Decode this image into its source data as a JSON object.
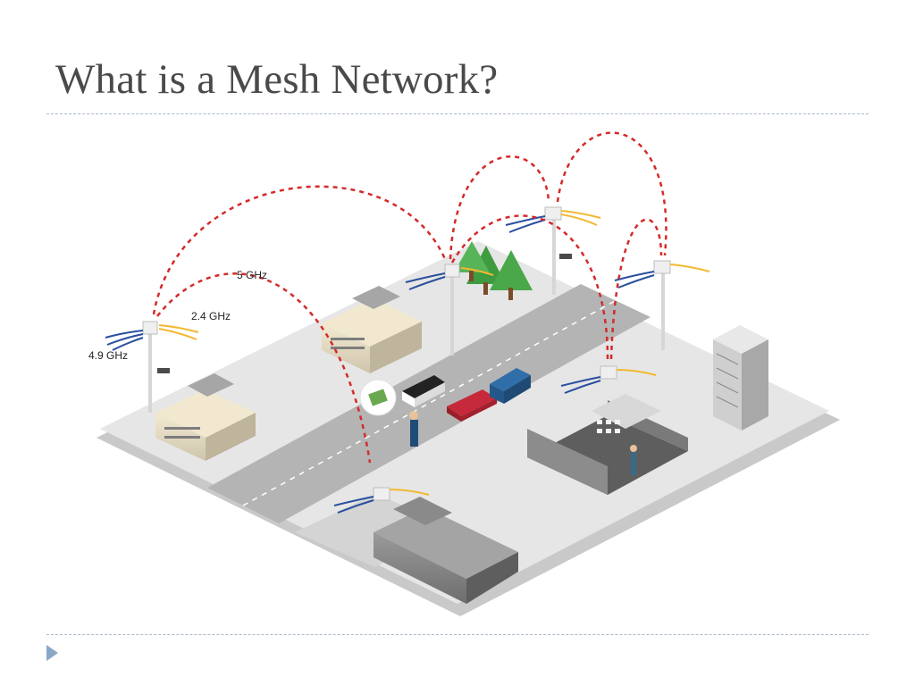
{
  "slide": {
    "title": "What is a Mesh Network?"
  },
  "diagram": {
    "frequency_labels": {
      "band_5": "5 GHz",
      "band_2_4": "2.4 GHz",
      "band_4_9": "4.9 GHz"
    },
    "colors": {
      "link": "#d42a2a",
      "ground": "#e6e6e6",
      "road": "#b4b4b4",
      "signal_blue": "#2a4f9e",
      "signal_yellow": "#f2b830",
      "tree": "#3f9b3f"
    }
  }
}
